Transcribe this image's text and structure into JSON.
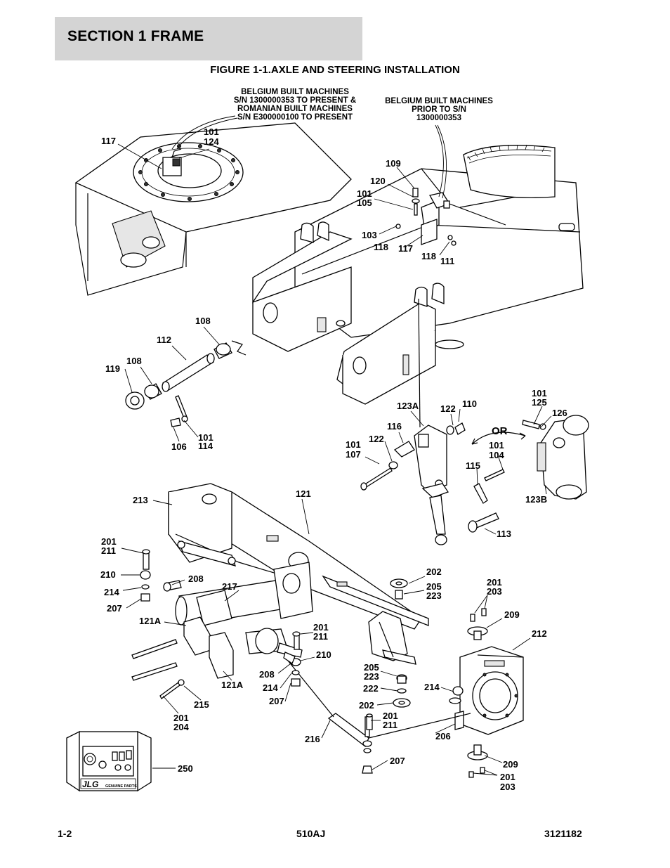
{
  "header": {
    "section_title": "SECTION 1  FRAME",
    "figure_title": "FIGURE 1-1.AXLE AND STEERING INSTALLATION"
  },
  "notes": {
    "belgium_new": [
      "BELGIUM BUILT MACHINES",
      "S/N 1300000353 TO PRESENT &",
      "ROMANIAN BUILT MACHINES",
      "S/N E300000100 TO PRESENT"
    ],
    "belgium_old": [
      "BELGIUM BUILT MACHINES",
      "PRIOR TO S/N",
      "1300000353"
    ]
  },
  "or_label": "OR",
  "callouts": [
    {
      "id": "c117a",
      "text": "117"
    },
    {
      "id": "c101a",
      "text": "101"
    },
    {
      "id": "c124",
      "text": "124"
    },
    {
      "id": "c109",
      "text": "109"
    },
    {
      "id": "c120",
      "text": "120"
    },
    {
      "id": "c101b",
      "text": "101"
    },
    {
      "id": "c105",
      "text": "105"
    },
    {
      "id": "c103",
      "text": "103"
    },
    {
      "id": "c118a",
      "text": "118"
    },
    {
      "id": "c117b",
      "text": "117"
    },
    {
      "id": "c118b",
      "text": "118"
    },
    {
      "id": "c111",
      "text": "111"
    },
    {
      "id": "c108a",
      "text": "108"
    },
    {
      "id": "c112",
      "text": "112"
    },
    {
      "id": "c108b",
      "text": "108"
    },
    {
      "id": "c119",
      "text": "119"
    },
    {
      "id": "c101c",
      "text": "101"
    },
    {
      "id": "c114",
      "text": "114"
    },
    {
      "id": "c106",
      "text": "106"
    },
    {
      "id": "c123a",
      "text": "123A"
    },
    {
      "id": "c122a",
      "text": "122"
    },
    {
      "id": "c110",
      "text": "110"
    },
    {
      "id": "c116",
      "text": "116"
    },
    {
      "id": "c101d",
      "text": "101"
    },
    {
      "id": "c107",
      "text": "107"
    },
    {
      "id": "c122b",
      "text": "122"
    },
    {
      "id": "c101e",
      "text": "101"
    },
    {
      "id": "c104",
      "text": "104"
    },
    {
      "id": "c115",
      "text": "115"
    },
    {
      "id": "c101f",
      "text": "101"
    },
    {
      "id": "c125",
      "text": "125"
    },
    {
      "id": "c126",
      "text": "126"
    },
    {
      "id": "c123b",
      "text": "123B"
    },
    {
      "id": "c213",
      "text": "213"
    },
    {
      "id": "c121",
      "text": "121"
    },
    {
      "id": "c113",
      "text": "113"
    },
    {
      "id": "c201a",
      "text": "201"
    },
    {
      "id": "c211a",
      "text": "211"
    },
    {
      "id": "c210a",
      "text": "210"
    },
    {
      "id": "c208a",
      "text": "208"
    },
    {
      "id": "c214a",
      "text": "214"
    },
    {
      "id": "c217",
      "text": "217"
    },
    {
      "id": "c207a",
      "text": "207"
    },
    {
      "id": "c202a",
      "text": "202"
    },
    {
      "id": "c205a",
      "text": "205"
    },
    {
      "id": "c223a",
      "text": "223"
    },
    {
      "id": "c201b",
      "text": "201"
    },
    {
      "id": "c203a",
      "text": "203"
    },
    {
      "id": "c121a1",
      "text": "121A"
    },
    {
      "id": "c209a",
      "text": "209"
    },
    {
      "id": "c201c",
      "text": "201"
    },
    {
      "id": "c211b",
      "text": "211"
    },
    {
      "id": "c212",
      "text": "212"
    },
    {
      "id": "c210b",
      "text": "210"
    },
    {
      "id": "c208b",
      "text": "208"
    },
    {
      "id": "c121a2",
      "text": "121A"
    },
    {
      "id": "c205b",
      "text": "205"
    },
    {
      "id": "c223b",
      "text": "223"
    },
    {
      "id": "c214b",
      "text": "214"
    },
    {
      "id": "c214c",
      "text": "214"
    },
    {
      "id": "c222",
      "text": "222"
    },
    {
      "id": "c207b",
      "text": "207"
    },
    {
      "id": "c215",
      "text": "215"
    },
    {
      "id": "c202b",
      "text": "202"
    },
    {
      "id": "c201d",
      "text": "201"
    },
    {
      "id": "c204",
      "text": "204"
    },
    {
      "id": "c201e",
      "text": "201"
    },
    {
      "id": "c211c",
      "text": "211"
    },
    {
      "id": "c206",
      "text": "206"
    },
    {
      "id": "c216",
      "text": "216"
    },
    {
      "id": "c207c",
      "text": "207"
    },
    {
      "id": "c209b",
      "text": "209"
    },
    {
      "id": "c250",
      "text": "250"
    },
    {
      "id": "c201f",
      "text": "201"
    },
    {
      "id": "c203b",
      "text": "203"
    }
  ],
  "kit_box": {
    "brand_logo": "JLG",
    "label": "GENUINE PARTS"
  },
  "footer": {
    "page": "1-2",
    "model": "510AJ",
    "doc_number": "3121182"
  }
}
